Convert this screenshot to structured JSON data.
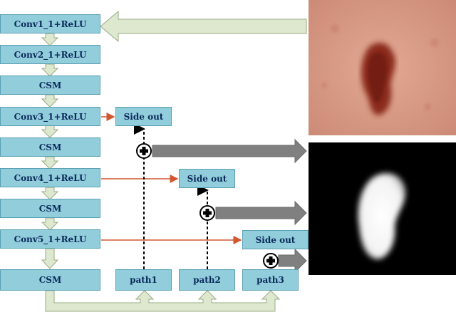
{
  "backbone": [
    {
      "id": "conv1",
      "label": "Conv1_1+ReLU"
    },
    {
      "id": "conv2",
      "label": "Conv2_1+ReLU"
    },
    {
      "id": "csm1",
      "label": "CSM"
    },
    {
      "id": "conv3",
      "label": "Conv3_1+ReLU"
    },
    {
      "id": "csm2",
      "label": "CSM"
    },
    {
      "id": "conv4",
      "label": "Conv4_1+ReLU"
    },
    {
      "id": "csm3",
      "label": "CSM"
    },
    {
      "id": "conv5",
      "label": "Conv5_1+ReLU"
    },
    {
      "id": "csm4",
      "label": "CSM"
    }
  ],
  "side_outputs": [
    {
      "id": "side1",
      "label": "Side out"
    },
    {
      "id": "side2",
      "label": "Side out"
    },
    {
      "id": "side3",
      "label": "Side out"
    }
  ],
  "paths": [
    {
      "id": "path1",
      "label": "path1"
    },
    {
      "id": "path2",
      "label": "path2"
    },
    {
      "id": "path3",
      "label": "path3"
    }
  ],
  "colors": {
    "block_fill": "#92cddc",
    "block_border": "#5aa0b4",
    "block_text": "#0a2a5a",
    "big_arrow_fill": "#dde8cf",
    "big_arrow_stroke": "#9aab85",
    "side_arrow": "#d2562f",
    "output_arrow": "#808080",
    "skin": "#d89a84",
    "lesion": "#8a2a1e"
  },
  "icons": {
    "fusion": "plus-circle-icon",
    "input": "dermoscopy-image",
    "output": "segmentation-mask-image"
  }
}
